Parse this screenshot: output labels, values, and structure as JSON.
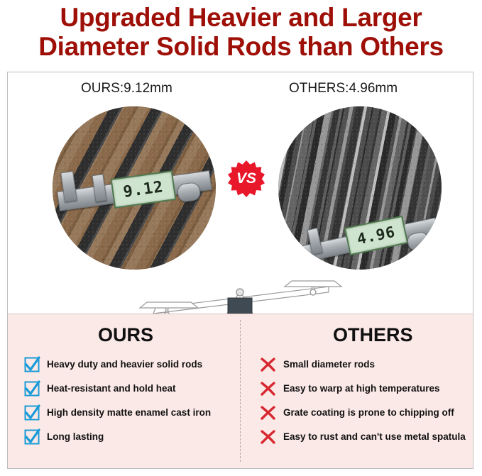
{
  "headline": {
    "line1": "Upgraded Heavier and Larger",
    "line2": "Diameter Solid Rods than Others"
  },
  "colors": {
    "headline": "#9e1007",
    "vs_badge": "#e8172a",
    "panel_bottom_bg": "#fbe9e7",
    "check_mark": "#1a9bd7",
    "cross_mark": "#d7282f",
    "lcd_screen": "#cfe4cf"
  },
  "compare": {
    "ours_label": "OURS:9.12mm",
    "others_label": "OTHERS:4.96mm",
    "vs_label": "VS",
    "ours_caliper_reading": "9.12",
    "others_caliper_reading": "4.96"
  },
  "bottom": {
    "ours_title": "OURS",
    "others_title": "OTHERS",
    "ours_items": [
      "Heavy duty and heavier solid rods",
      "Heat-resistant and hold heat",
      "High density matte enamel cast iron",
      "Long lasting"
    ],
    "others_items": [
      "Small diameter rods",
      "Easy to warp at high temperatures",
      "Grate coating is prone to chipping off",
      "Easy to rust and can't use metal spatula"
    ]
  }
}
